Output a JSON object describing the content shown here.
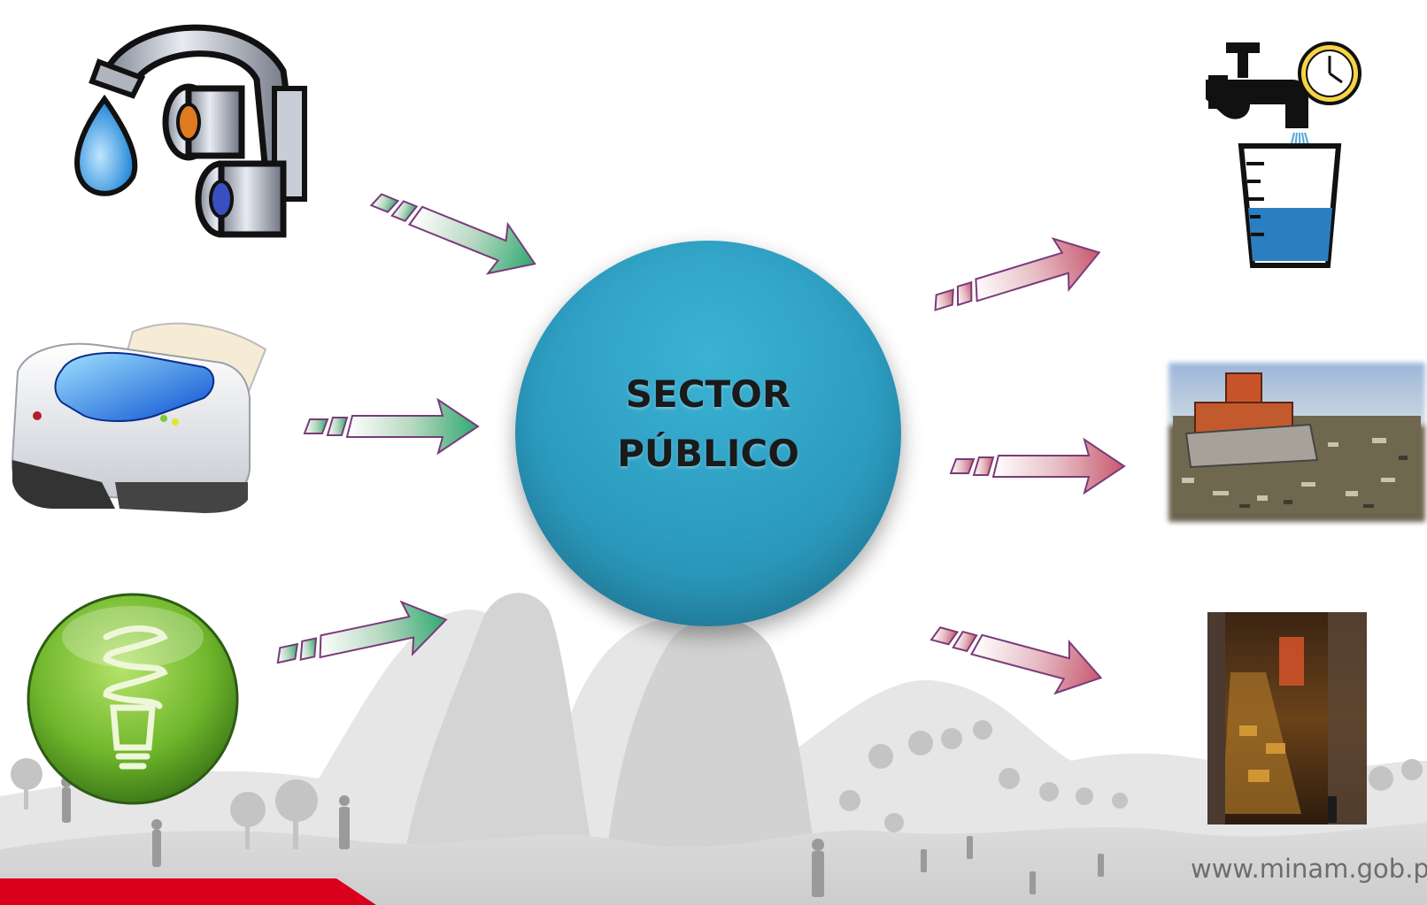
{
  "center": {
    "line1": "SECTOR",
    "line2": "PÚBLICO"
  },
  "footer": {
    "url": "www.minam.gob.pe"
  },
  "icons": {
    "inputs": [
      "faucet-water-drop-icon",
      "printer-icon",
      "energy-saving-bulb-icon"
    ],
    "outputs": [
      "tap-glass-clock-icon",
      "landfill-bulldozer-image",
      "industrial-interior-image"
    ]
  },
  "colors": {
    "circle": "#2c9cc0",
    "input_arrow_end": "#2fa86f",
    "output_arrow_end": "#c8586f",
    "footer_band": "#d9001b"
  }
}
